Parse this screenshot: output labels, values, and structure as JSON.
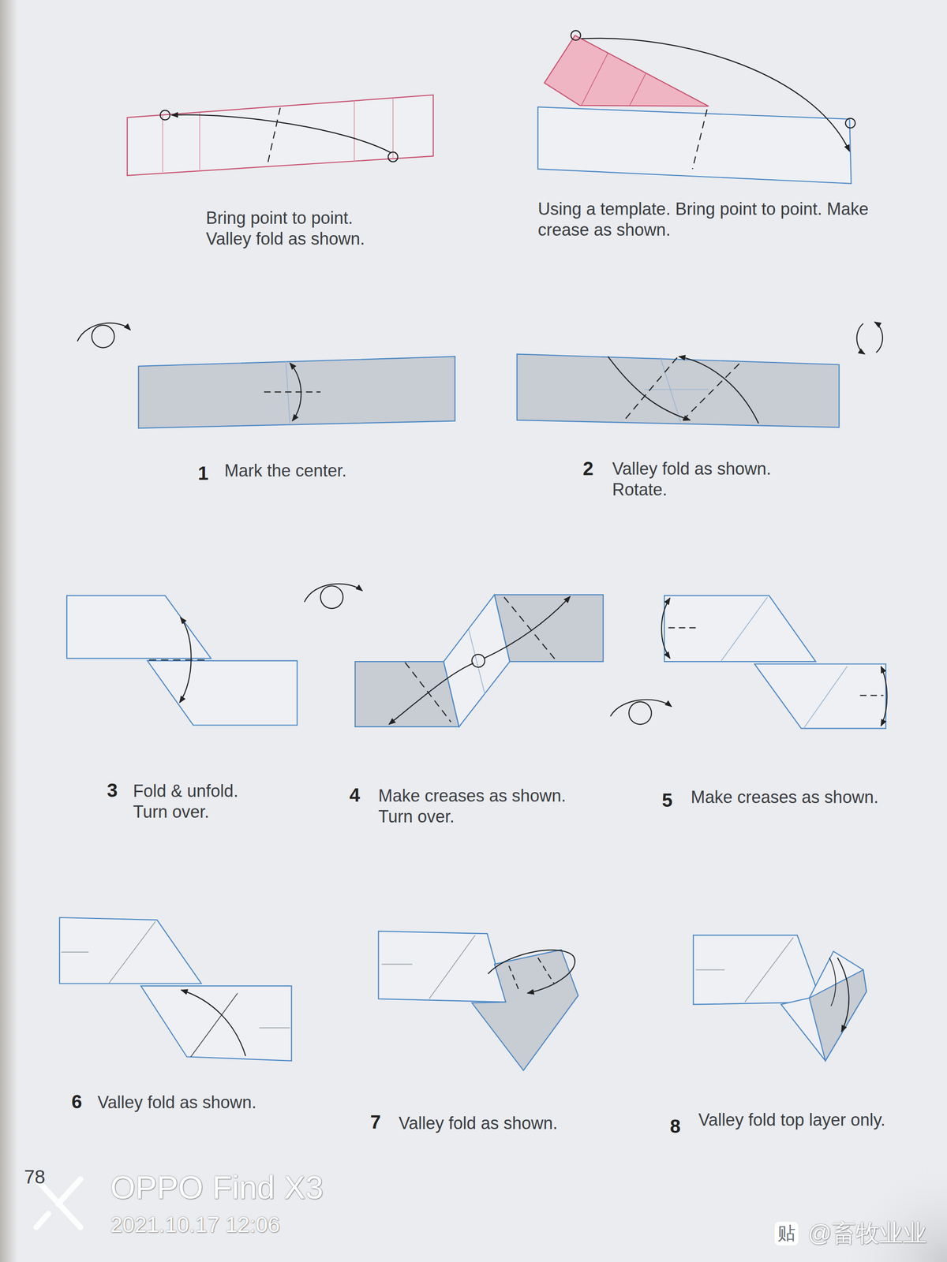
{
  "diagram": {
    "labels": [
      "Bring point to point. Valley fold as shown.",
      "Using a template. Bring point to point. Make crease as shown.",
      "1",
      "Mark the center.",
      "2",
      "Valley fold as shown. Rotate.",
      "3",
      "Fold & unfold. Turn over.",
      "4",
      "Make creases as shown. Turn over.",
      "5",
      "Make creases as shown.",
      "6",
      "Valley fold as shown.",
      "7",
      "Valley fold as shown.",
      "8",
      "Valley fold top layer only.",
      "78",
      "OPPO Find X3",
      "2021.10.17 12:06",
      "贴",
      "@畜牧业业"
    ]
  }
}
